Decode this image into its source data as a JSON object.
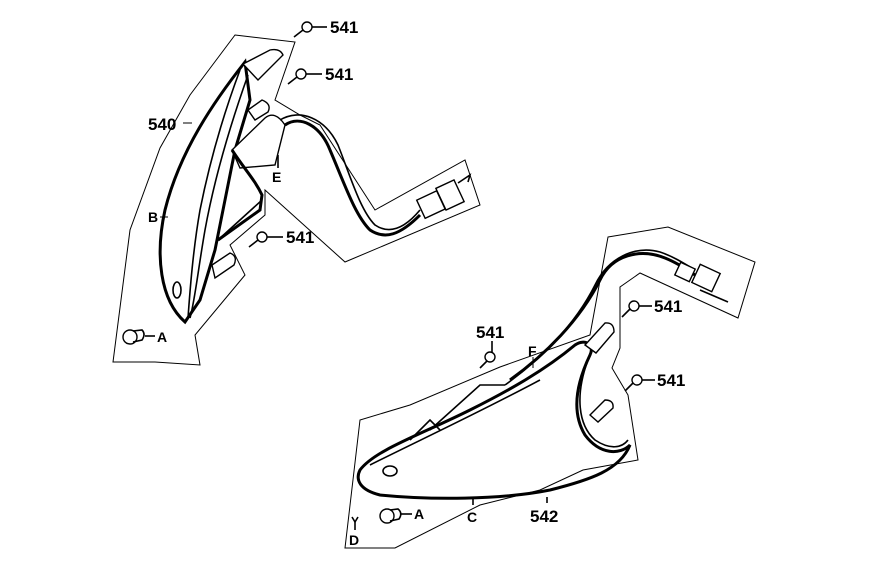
{
  "diagram": {
    "type": "exploded parts diagram",
    "background": "#ffffff",
    "line_color": "#000000",
    "assemblies": [
      {
        "name": "upper-left turn signal assembly",
        "part_number": "540",
        "callouts": {
          "part_540": "540",
          "screw_top_1": "541",
          "screw_top_2": "541",
          "screw_mid": "541",
          "ref_b": "B",
          "ref_e": "E",
          "ref_a": "A"
        }
      },
      {
        "name": "lower-right turn signal assembly",
        "part_number": "542",
        "callouts": {
          "screw_left": "541",
          "screw_right_1": "541",
          "screw_right_2": "541",
          "ref_f": "F",
          "ref_c": "C",
          "part_542": "542",
          "ref_a": "A",
          "ref_d": "D"
        }
      }
    ]
  }
}
